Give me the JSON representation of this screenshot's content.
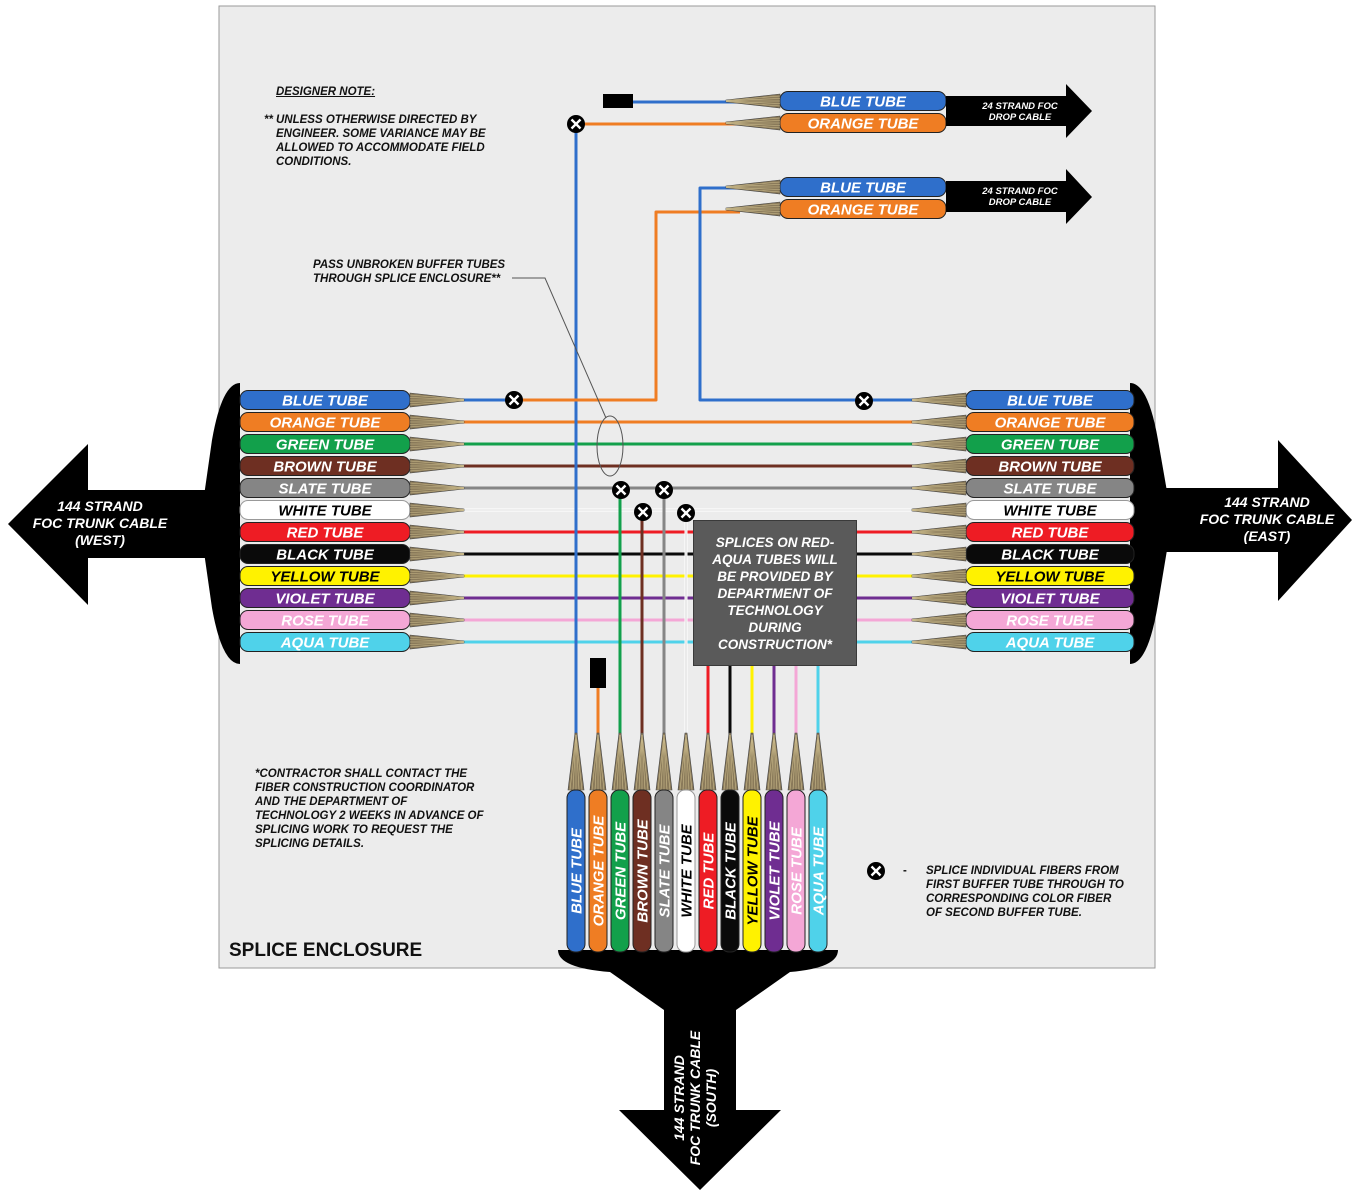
{
  "colors": {
    "blue": "#2f6fcb",
    "orange": "#ef7d23",
    "green": "#12a04b",
    "brown": "#6e2f22",
    "slate": "#858585",
    "white": "#ffffff",
    "red": "#ee1c24",
    "black": "#0a0a0a",
    "yellow": "#fff200",
    "violet": "#6f2d91",
    "rose": "#f4a7d6",
    "aqua": "#4fd2ea",
    "enclosure": "#ececec",
    "arrow": "#000000"
  },
  "trunk_tubes": [
    {
      "label": "BLUE TUBE",
      "color": "blue",
      "text": "#ffffff"
    },
    {
      "label": "ORANGE TUBE",
      "color": "orange",
      "text": "#ffffff"
    },
    {
      "label": "GREEN TUBE",
      "color": "green",
      "text": "#ffffff"
    },
    {
      "label": "BROWN TUBE",
      "color": "brown",
      "text": "#ffffff"
    },
    {
      "label": "SLATE TUBE",
      "color": "slate",
      "text": "#ffffff"
    },
    {
      "label": "WHITE TUBE",
      "color": "white",
      "text": "#000000"
    },
    {
      "label": "RED TUBE",
      "color": "red",
      "text": "#ffffff"
    },
    {
      "label": "BLACK TUBE",
      "color": "black",
      "text": "#ffffff"
    },
    {
      "label": "YELLOW TUBE",
      "color": "yellow",
      "text": "#000000"
    },
    {
      "label": "VIOLET TUBE",
      "color": "violet",
      "text": "#ffffff"
    },
    {
      "label": "ROSE TUBE",
      "color": "rose",
      "text": "#ffffff"
    },
    {
      "label": "AQUA TUBE",
      "color": "aqua",
      "text": "#ffffff"
    }
  ],
  "drop_cables": [
    {
      "tubes": [
        "BLUE TUBE",
        "ORANGE TUBE"
      ],
      "label_lines": [
        "24 STRAND FOC",
        "DROP CABLE"
      ]
    },
    {
      "tubes": [
        "BLUE TUBE",
        "ORANGE TUBE"
      ],
      "label_lines": [
        "24 STRAND FOC",
        "DROP CABLE"
      ]
    }
  ],
  "trunk_cables": {
    "west": [
      "144 STRAND",
      "FOC TRUNK CABLE",
      "(WEST)"
    ],
    "east": [
      "144 STRAND",
      "FOC TRUNK CABLE",
      "(EAST)"
    ],
    "south": [
      "144 STRAND",
      "FOC TRUNK CABLE",
      "(SOUTH)"
    ]
  },
  "designer_note": {
    "title": "DESIGNER NOTE:",
    "mark": "**",
    "lines": [
      "UNLESS OTHERWISE DIRECTED BY",
      "ENGINEER. SOME VARIANCE MAY BE",
      "ALLOWED TO ACCOMMODATE FIELD",
      "CONDITIONS."
    ]
  },
  "pass_note": [
    "PASS UNBROKEN BUFFER TUBES",
    "THROUGH SPLICE ENCLOSURE**"
  ],
  "splice_box": [
    "SPLICES ON RED-",
    "AQUA TUBES WILL",
    "BE PROVIDED BY",
    "DEPARTMENT OF",
    "TECHNOLOGY",
    "DURING",
    "CONSTRUCTION*"
  ],
  "contractor_note": [
    "*CONTRACTOR SHALL CONTACT THE",
    "FIBER CONSTRUCTION COORDINATOR",
    "AND THE DEPARTMENT OF",
    "TECHNOLOGY 2 WEEKS IN ADVANCE OF",
    "SPLICING WORK TO REQUEST THE",
    "SPLICING DETAILS."
  ],
  "legend": {
    "dash": "-",
    "lines": [
      "SPLICE INDIVIDUAL FIBERS FROM",
      "FIRST BUFFER TUBE THROUGH TO",
      "CORRESPONDING COLOR FIBER",
      "OF SECOND BUFFER TUBE."
    ],
    "icon": "splice-x-icon"
  },
  "enclosure_title": "SPLICE ENCLOSURE"
}
